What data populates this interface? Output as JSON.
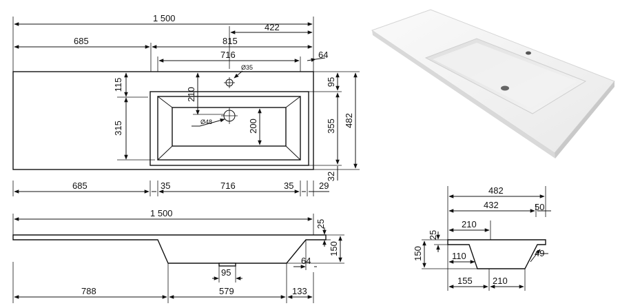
{
  "top_view": {
    "overall_width": "1 500",
    "right_part": "815",
    "drain_offset": "422",
    "left_part": "685",
    "bowl_width": "716",
    "right_margin": "64",
    "tap_hole_dia": "Ø35",
    "drain_dia": "Ø48",
    "tap_from_bowl_edge": "210",
    "bowl_depth": "200",
    "front_edge": "115",
    "left_depth": "315",
    "top_right_gap": "95",
    "bowl_total_depth": "355",
    "total_depth": "482",
    "bottom_gap": "32"
  },
  "bottom_row": {
    "left": "685",
    "rim_left": "35",
    "bowl": "716",
    "rim_right": "35",
    "end": "29"
  },
  "front_view": {
    "overall_width": "1 500",
    "thickness": "25",
    "height": "150",
    "drain_width": "95",
    "side_slope": "64",
    "left_to_bowl": "788",
    "bowl_bottom": "579",
    "right_to_bowl": "133"
  },
  "side_view": {
    "total_depth": "482",
    "bowl_depth": "432",
    "back_lip": "50",
    "top_offset": "210",
    "thickness": "25",
    "height": "150",
    "inner_height": "110",
    "slope": "49",
    "bottom_left": "155",
    "bottom_right": "210"
  },
  "colors": {
    "line": "#111111",
    "product_surface": "#f4f4f4",
    "product_shadow": "#c8c8c8"
  }
}
